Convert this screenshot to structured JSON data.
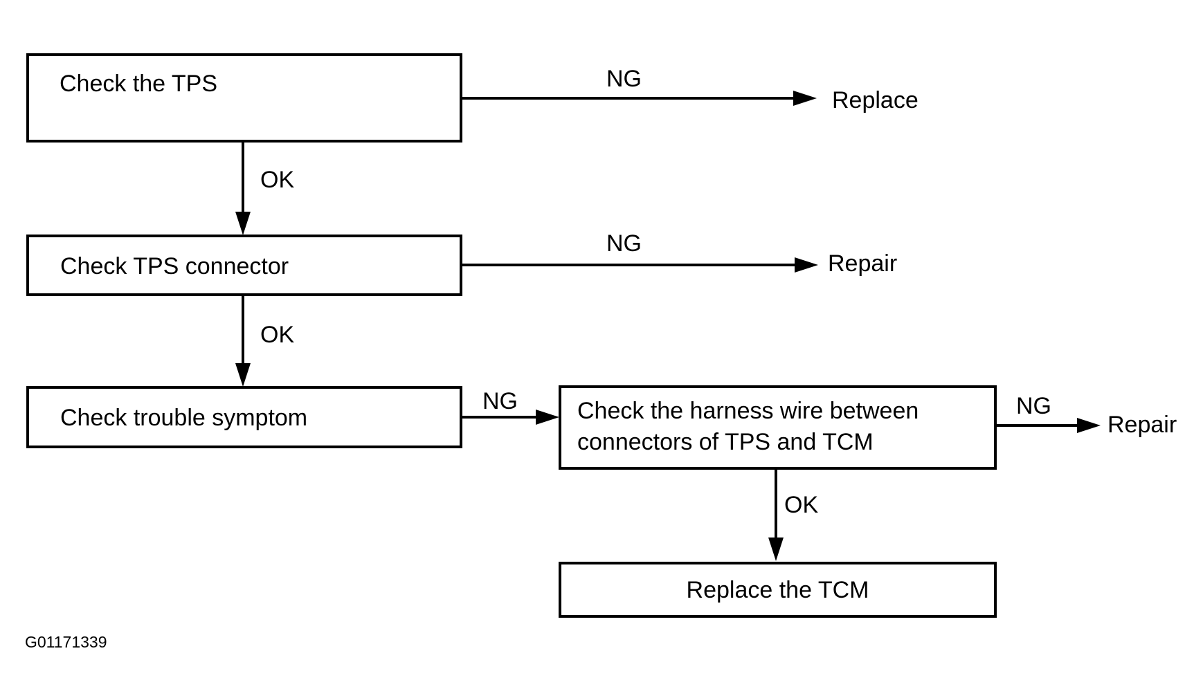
{
  "boxes": {
    "check_tps": "Check the TPS",
    "check_connector": "Check TPS connector",
    "check_symptom": "Check trouble symptom",
    "check_harness_line1": "Check the harness wire between",
    "check_harness_line2": "connectors of TPS and TCM",
    "replace_tcm": "Replace the TCM"
  },
  "outcomes": {
    "replace": "Replace",
    "repair_connector": "Repair",
    "repair_harness": "Repair"
  },
  "labels": {
    "ok": "OK",
    "ng": "NG"
  },
  "figure_id": "G01171339",
  "colors": {
    "line": "#000000",
    "background": "#ffffff"
  }
}
